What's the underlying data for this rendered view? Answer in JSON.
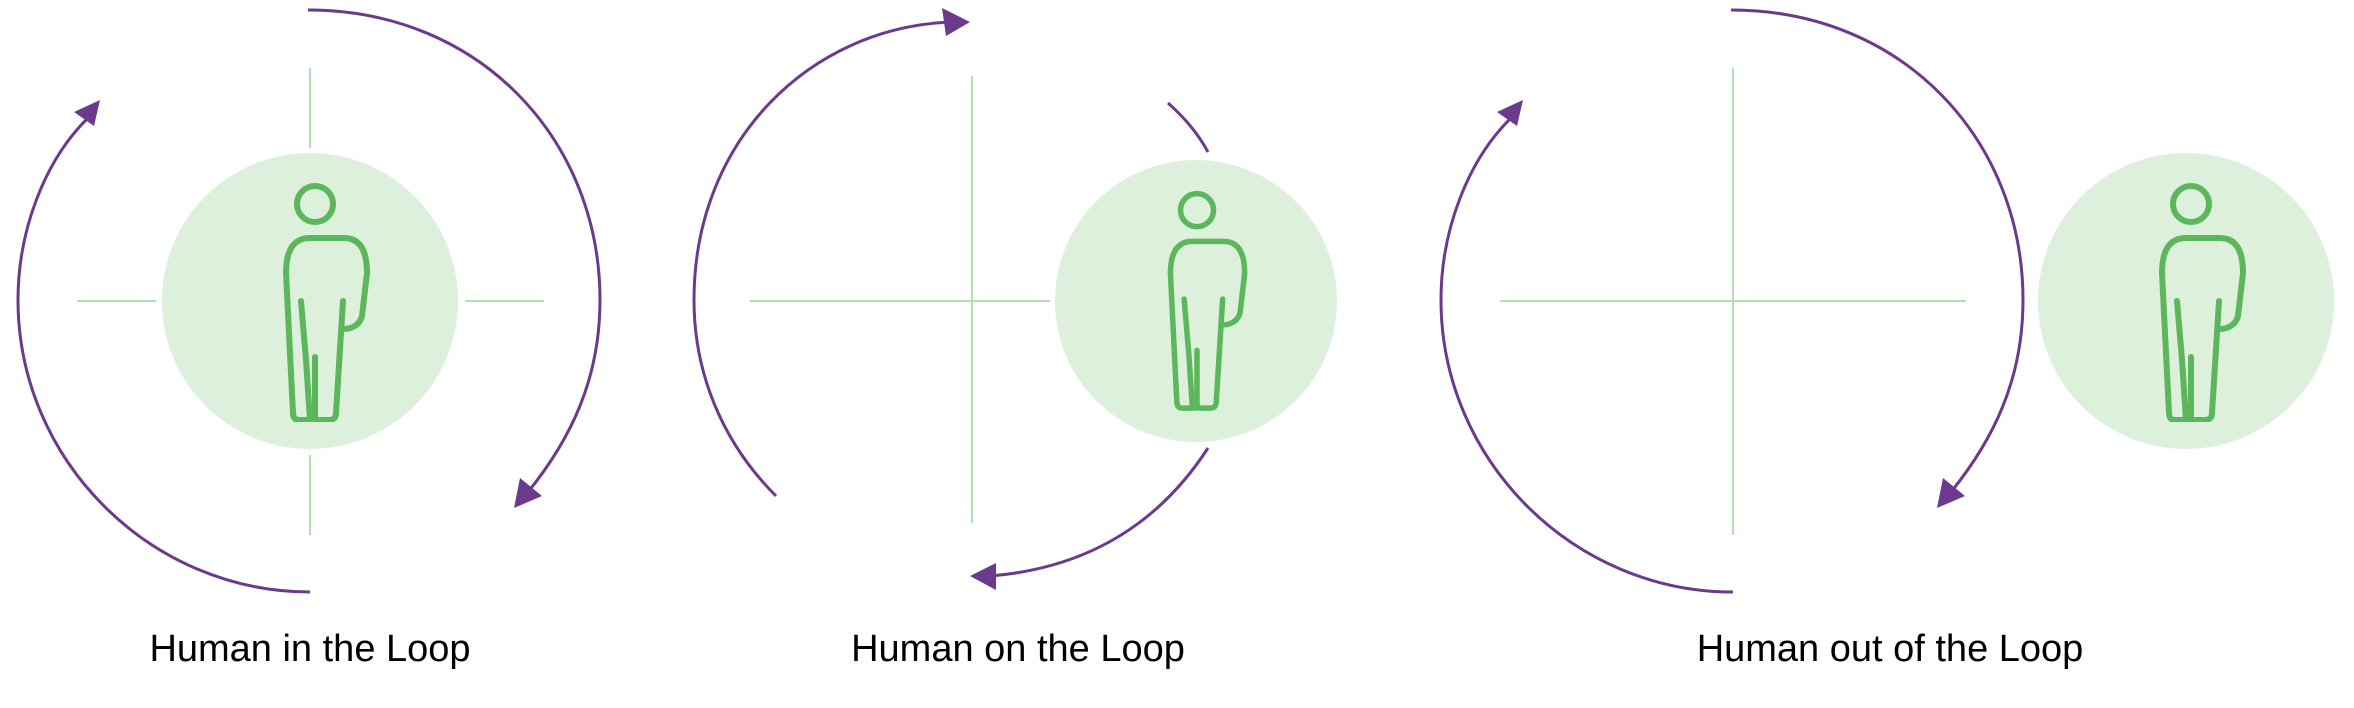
{
  "labels": {
    "in": "Human in the Loop",
    "on": "Human on the Loop",
    "out": "Human out of the Loop"
  },
  "colors": {
    "arrow": "#6b3a8c",
    "person": "#5cb65c",
    "circle": "#dcf0dc",
    "guide": "#b5deb5",
    "text": "#000000"
  },
  "icons": {
    "person": "person-icon",
    "arrow": "curved-arrow"
  }
}
